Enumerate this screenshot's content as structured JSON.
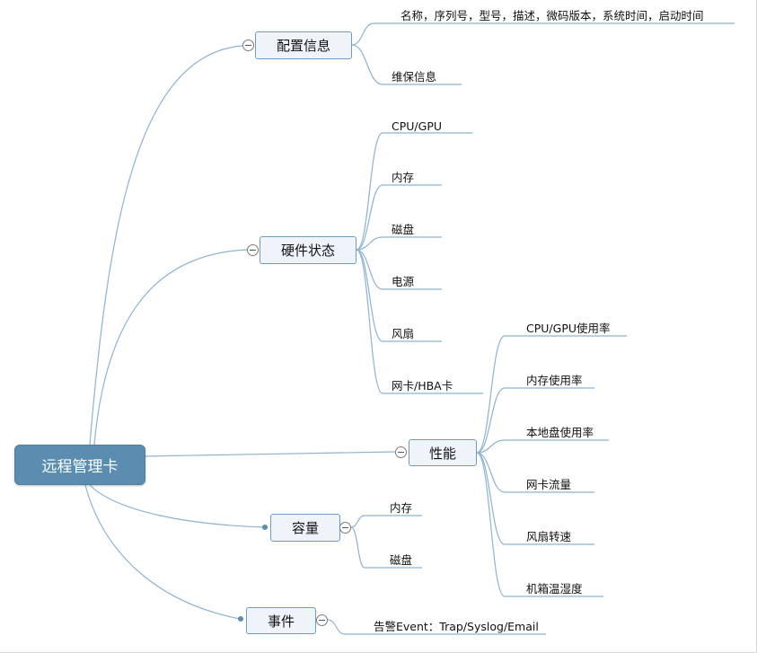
{
  "mindmap": {
    "root": {
      "label": "远程管理卡"
    },
    "branches": [
      {
        "id": "config",
        "label": "配置信息",
        "collapsed": false,
        "children": [
          "名称，序列号，型号，描述，微码版本，系统时间，启动时间",
          "维保信息"
        ]
      },
      {
        "id": "hardware",
        "label": "硬件状态",
        "collapsed": false,
        "children": [
          "CPU/GPU",
          "内存",
          "磁盘",
          "电源",
          "风扇",
          "网卡/HBA卡"
        ]
      },
      {
        "id": "performance",
        "label": "性能",
        "collapsed": false,
        "children": [
          "CPU/GPU使用率",
          "内存使用率",
          "本地盘使用率",
          "网卡流量",
          "风扇转速",
          "机箱温湿度"
        ]
      },
      {
        "id": "capacity",
        "label": "容量",
        "collapsed": false,
        "children": [
          "内存",
          "磁盘"
        ]
      },
      {
        "id": "events",
        "label": "事件",
        "collapsed": false,
        "children": [
          "告警Event：Trap/Syslog/Email"
        ]
      }
    ],
    "colors": {
      "line": "#8db3cf",
      "root_fill": "#5a8db0",
      "branch_fill": "#eef4fa",
      "branch_border": "#6f9cc0"
    },
    "icons": {
      "collapse": "minus-circle-icon",
      "connector": "dot-icon"
    }
  }
}
